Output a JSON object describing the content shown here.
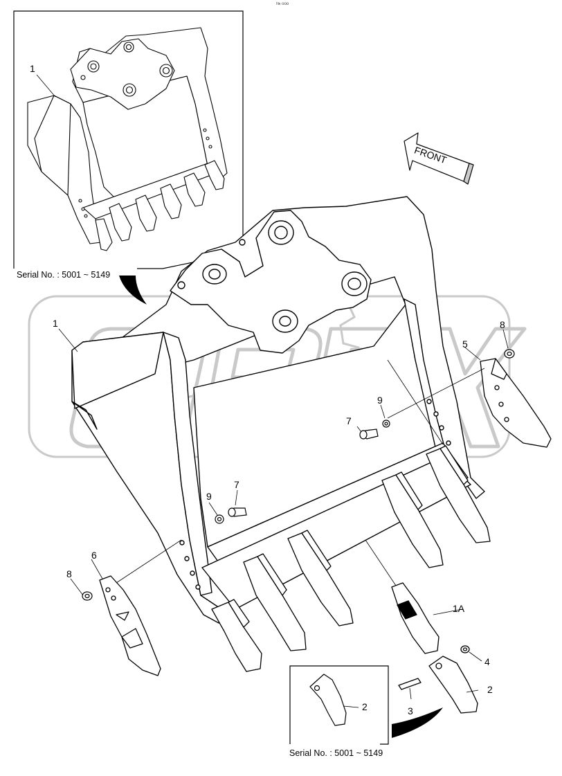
{
  "header_mark": "№ ooo",
  "watermark_text": "OPEX",
  "front_label": "FRONT",
  "colors": {
    "ink": "#000000",
    "watermark": "#c8c8c8",
    "background": "#ffffff"
  },
  "serial_ranges": {
    "top": "Serial No. : 5001 ~ 5149",
    "bottom": "Serial No. : 5001 ~ 5149"
  },
  "callouts": {
    "inset_bucket": "1",
    "bucket": "1",
    "tooth_adapter": "1A",
    "tooth_point_main": "2",
    "tooth_point_inset": "2",
    "pin": "3",
    "lock": "4",
    "side_cutter_right": "5",
    "side_cutter_left": "6",
    "bolt_upper": "7",
    "bolt_lower": "7",
    "nut_right": "8",
    "nut_left": "8",
    "washer_upper": "9",
    "washer_lower": "9"
  }
}
